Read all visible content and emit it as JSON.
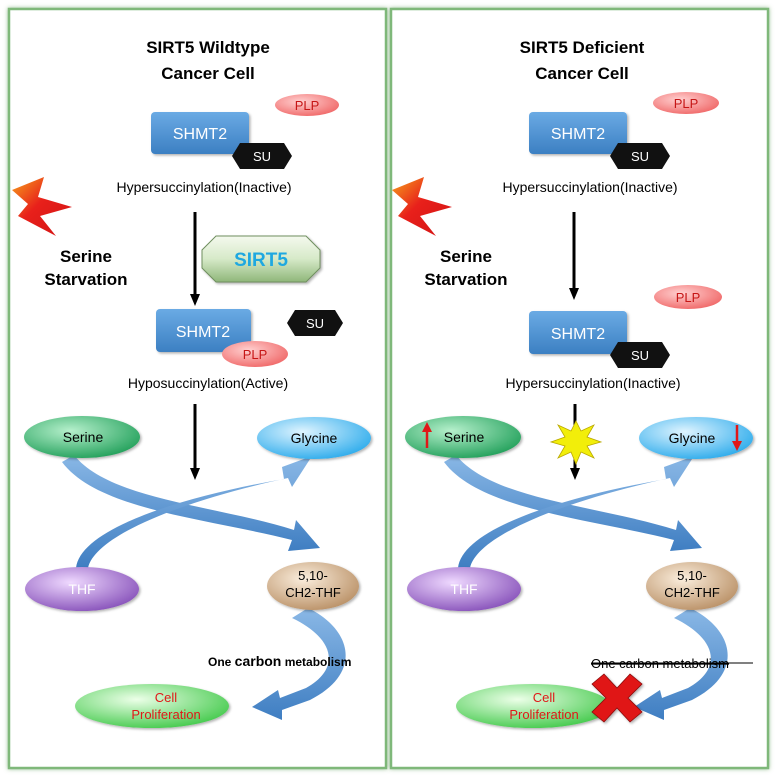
{
  "left_panel": {
    "title_line1": "SIRT5 Wildtype",
    "title_line2": "Cancer Cell",
    "plp_top": "PLP",
    "shmt2_top": "SHMT2",
    "su_top": "SU",
    "status_top": "Hypersuccinylation(Inactive)",
    "stress_line1": "Serine",
    "stress_line2": "Starvation",
    "sirt5": "SIRT5",
    "shmt2_mid": "SHMT2",
    "su_mid": "SU",
    "plp_mid": "PLP",
    "status_mid": "Hyposuccinylation(Active)",
    "serine": "Serine",
    "glycine": "Glycine",
    "thf": "THF",
    "ch2thf_line1": "5,10-",
    "ch2thf_line2": "CH2-THF",
    "one_carbon_a": "One ",
    "one_carbon_b": "carbon",
    "one_carbon_c": " metabolism",
    "prolif_line1": "Cell",
    "prolif_line2": "Proliferation"
  },
  "right_panel": {
    "title_line1": "SIRT5 Deficient",
    "title_line2": "Cancer Cell",
    "plp_top": "PLP",
    "shmt2_top": "SHMT2",
    "su_top": "SU",
    "status_top": "Hypersuccinylation(Inactive)",
    "stress_line1": "Serine",
    "stress_line2": "Starvation",
    "plp_mid": "PLP",
    "shmt2_mid": "SHMT2",
    "su_mid": "SU",
    "status_mid": "Hypersuccinylation(Inactive)",
    "serine": "Serine",
    "glycine": "Glycine",
    "thf": "THF",
    "ch2thf_line1": "5,10-",
    "ch2thf_line2": "CH2-THF",
    "one_carbon": "One carbon metabolism",
    "prolif_line1": "Cell",
    "prolif_line2": "Proliferation"
  },
  "colors": {
    "panel_border": "#7fb87a",
    "shmt2_fill": "#4a90d0",
    "su_fill": "#111111",
    "plp_fill": "#f47a7a",
    "sirt5_text": "#1fa8e0",
    "serine_fill": "#1f9e58",
    "glycine_fill": "#2aa8e6",
    "thf_fill": "#8a50b8",
    "ch2thf_fill": "#b98d62",
    "prolif_fill": "#33c83b",
    "prolif_text": "#e01818",
    "lightning": "#e11b1b",
    "curve_arrow": "#4f86c6",
    "burst": "#f2ee0a",
    "cross": "#e01515"
  }
}
